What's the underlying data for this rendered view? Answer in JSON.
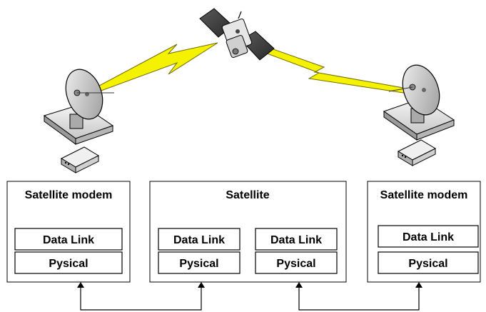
{
  "diagram": {
    "left_node": {
      "title": "Satellite modem",
      "layers": [
        "Data Link",
        "Pysical"
      ]
    },
    "center_node": {
      "title": "Satellite",
      "left_stack": [
        "Data Link",
        "Pysical"
      ],
      "right_stack": [
        "Data Link",
        "Pysical"
      ]
    },
    "right_node": {
      "title": "Satellite modem",
      "layers": [
        "Data Link",
        "Pysical"
      ]
    }
  },
  "icons": {
    "satellite": "satellite-icon",
    "dish": "satellite-dish-icon",
    "modem": "modem-icon",
    "link": "radio-link-bolt-icon"
  },
  "colors": {
    "link_bolt": "#f5f200",
    "box_border": "#000000",
    "dish_fill": "#d9d9d9",
    "dish_dark": "#555555"
  }
}
